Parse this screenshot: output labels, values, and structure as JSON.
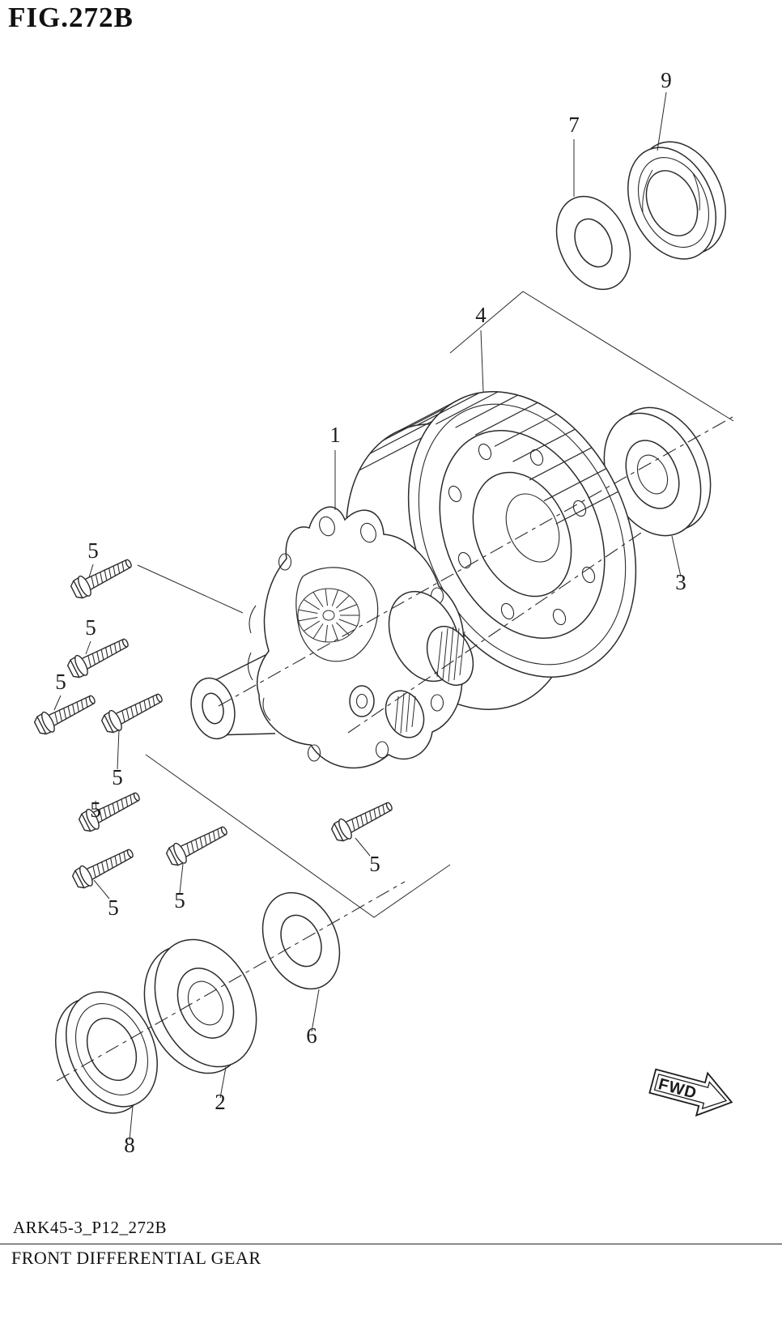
{
  "figure": {
    "id": "FIG.272B",
    "code": "ARK45-3_P12_272B",
    "caption": "FRONT DIFFERENTIAL GEAR"
  },
  "direction_marker": {
    "label": "FWD"
  },
  "callouts": {
    "differential_case": "1",
    "bearing_front": "2",
    "bearing_rear": "3",
    "ring_gear": "4",
    "bolt": "5",
    "washer": "6",
    "shim": "7",
    "oil_seal_front": "8",
    "oil_seal_rear": "9"
  },
  "colors": {
    "line": "#2b2b2b",
    "background": "#ffffff"
  }
}
